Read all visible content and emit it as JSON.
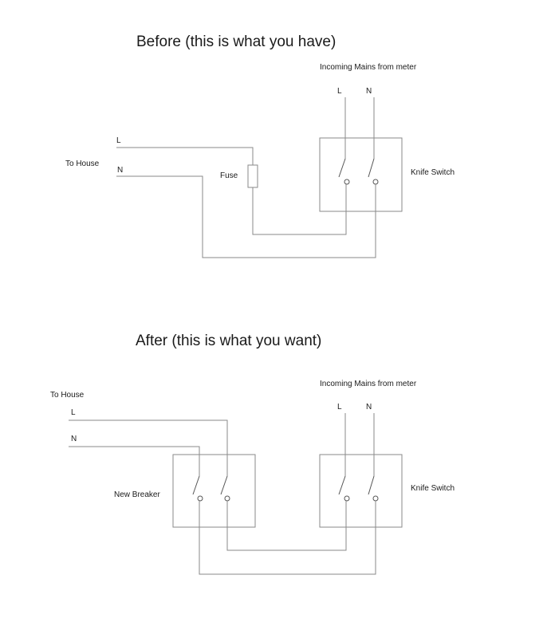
{
  "before": {
    "title": "Before (this is what you have)",
    "to_house": "To House",
    "line_label": "L",
    "neutral_label": "N",
    "fuse_label": "Fuse",
    "incoming_label": "Incoming Mains from meter",
    "incoming_line": "L",
    "incoming_neutral": "N",
    "switch_label": "Knife Switch"
  },
  "after": {
    "title": "After (this is what you want)",
    "to_house": "To House",
    "line_label": "L",
    "neutral_label": "N",
    "breaker_label": "New Breaker",
    "incoming_label": "Incoming Mains from meter",
    "incoming_line": "L",
    "incoming_neutral": "N",
    "switch_label": "Knife Switch"
  }
}
